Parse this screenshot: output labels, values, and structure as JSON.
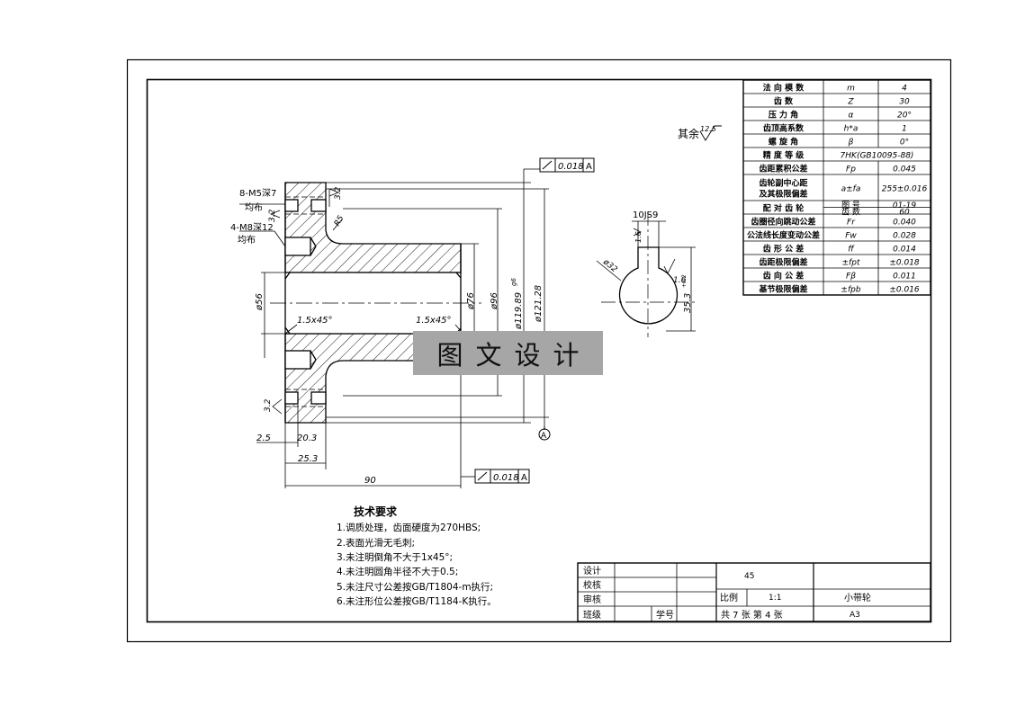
{
  "surface_roughness": {
    "label": "其余",
    "value": "12.5"
  },
  "holes": {
    "top_callout": "8-M5深7",
    "top_sub": "均布",
    "mid_callout": "4-M8深12",
    "mid_sub": "均布"
  },
  "dims": {
    "tol_frame_top": {
      "value": "0.018",
      "datum": "A"
    },
    "tol_frame_bottom": {
      "value": "0.018",
      "datum": "A"
    },
    "rough_upper": "3.2",
    "rough_left_top": "3.2",
    "rough_left_bottom": "3.2",
    "fillet": "R5",
    "d56": "ø56",
    "d76": "ø76",
    "d96": "ø96",
    "d119": "ø119.89",
    "d119_tol": "g6",
    "d121": "ø121.28",
    "chamfer_left": "1.5x45°",
    "chamfer_right": "1.5x45°",
    "datum_a": "A",
    "l2_5": "2.5",
    "l20_3": "20.3",
    "l25_3": "25.3",
    "l90": "90"
  },
  "key_section": {
    "width_label": "10JS9",
    "rough_top": "1.6",
    "rough_side": "1.6",
    "d32": "ø32",
    "depth_label": "35.3",
    "depth_tol": "+0.2"
  },
  "param_table": [
    {
      "name": "法 向 模 数",
      "sym": "m",
      "val": "4"
    },
    {
      "name": "齿      数",
      "sym": "Z",
      "val": "30"
    },
    {
      "name": "压 力 角",
      "sym": "α",
      "val": "20°"
    },
    {
      "name": "齿顶高系数",
      "sym": "h*a",
      "val": "1"
    },
    {
      "name": "螺 旋 角",
      "sym": "β",
      "val": "0°"
    },
    {
      "name": "精 度 等 级",
      "sym": "7HK(GB10095-88)",
      "val": ""
    },
    {
      "name": "齿距累积公差",
      "sym": "Fp",
      "val": "0.045"
    },
    {
      "name": "齿轮副中心距及其极限偏差",
      "sym": "a±fa",
      "val": "255±0.016"
    },
    {
      "name": "配 对 齿 轮",
      "sub": [
        {
          "k": "图 号",
          "v": "01-19"
        },
        {
          "k": "齿 数",
          "v": "60"
        }
      ]
    },
    {
      "name": "齿圈径向跳动公差",
      "sym": "Fr",
      "val": "0.040"
    },
    {
      "name": "公法线长度变动公差",
      "sym": "Fw",
      "val": "0.028"
    },
    {
      "name": "齿 形 公 差",
      "sym": "ff",
      "val": "0.014"
    },
    {
      "name": "齿距极限偏差",
      "sym": "±fpt",
      "val": "±0.018"
    },
    {
      "name": "齿 向 公 差",
      "sym": "Fβ",
      "val": "0.011"
    },
    {
      "name": "基节极限偏差",
      "sym": "±fpb",
      "val": "±0.016"
    }
  ],
  "tech_req": {
    "title": "技术要求",
    "items": [
      "1.调质处理，齿面硬度为270HBS;",
      "2.表面光滑无毛刺;",
      "3.未注明倒角不大于1x45°;",
      "4.未注明圆角半径不大于0.5;",
      "5.未注尺寸公差按GB/T1804-m执行;",
      "6.未注形位公差按GB/T1184-K执行。"
    ]
  },
  "title_block": {
    "design": "设计",
    "check": "校核",
    "review": "审核",
    "class": "班级",
    "student_no": "学号",
    "material": "45",
    "scale_label": "比例",
    "scale": "1:1",
    "sheets": "共 7  张 第 4  张",
    "part_name": "小带轮",
    "size": "A3"
  },
  "watermark": "图文设计"
}
